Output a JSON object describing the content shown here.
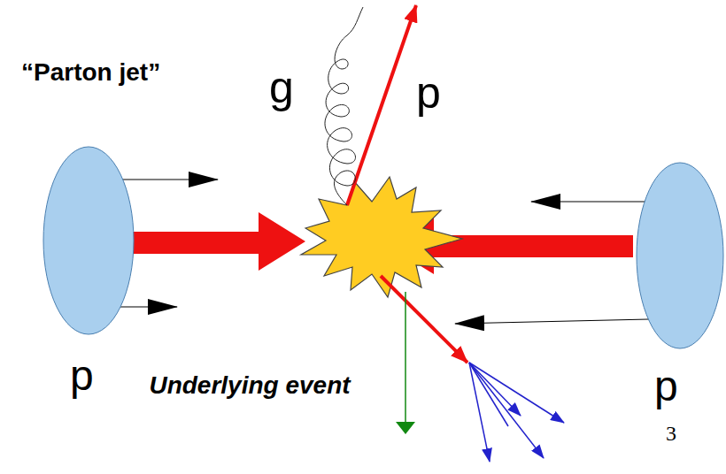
{
  "diagram": {
    "nodes": [
      {
        "text": [
          "p"
        ]
      },
      {
        "text": [
          "p"
        ]
      }
    ],
    "labels": [
      "“Parton jet”",
      "g",
      "p",
      "Underlying event",
      "3"
    ]
  }
}
